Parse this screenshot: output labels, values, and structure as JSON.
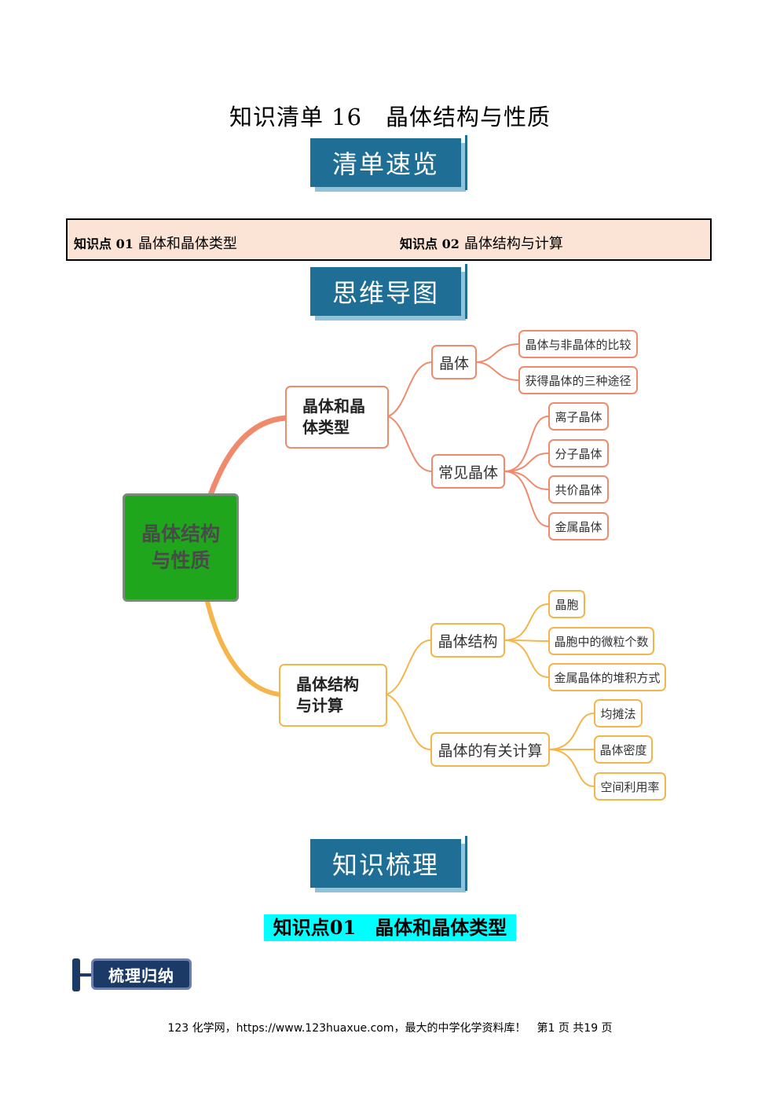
{
  "page": {
    "title": "知识清单 16　晶体结构与性质",
    "banner_overview": "清单速览",
    "banner_mindmap": "思维导图",
    "banner_knowledge": "知识梳理",
    "knowledge_point_title": "知识点01　晶体和晶体类型",
    "summary_tag": "梳理归纳",
    "footer": "123 化学网，https://www.123huaxue.com，最大的中学化学资料库！　第1 页  共19 页"
  },
  "toc": [
    {
      "prefix": "知识点 01",
      "label": "晶体和晶体类型"
    },
    {
      "prefix": "知识点 02",
      "label": "晶体结构与计算"
    }
  ],
  "mindmap": {
    "root": "晶体结构与性质",
    "branches": [
      {
        "label": "晶体和晶体类型",
        "children": [
          {
            "label": "晶体",
            "children": [
              "晶体与非晶体的比较",
              "获得晶体的三种途径"
            ]
          },
          {
            "label": "常见晶体",
            "children": [
              "离子晶体",
              "分子晶体",
              "共价晶体",
              "金属晶体"
            ]
          }
        ]
      },
      {
        "label": "晶体结构与计算",
        "children": [
          {
            "label": "晶体结构",
            "children": [
              "晶胞",
              "晶胞中的微粒个数",
              "金属晶体的堆积方式"
            ]
          },
          {
            "label": "晶体的有关计算",
            "children": [
              "均摊法",
              "晶体密度",
              "空间利用率"
            ]
          }
        ]
      }
    ]
  },
  "colors": {
    "banner": "#1e6e95",
    "branch1": "#f08a6c",
    "branch2": "#f6b54a",
    "root_fill": "#1fa61d",
    "toc_fill": "#fbe4d5",
    "highlight": "#00ffff"
  }
}
